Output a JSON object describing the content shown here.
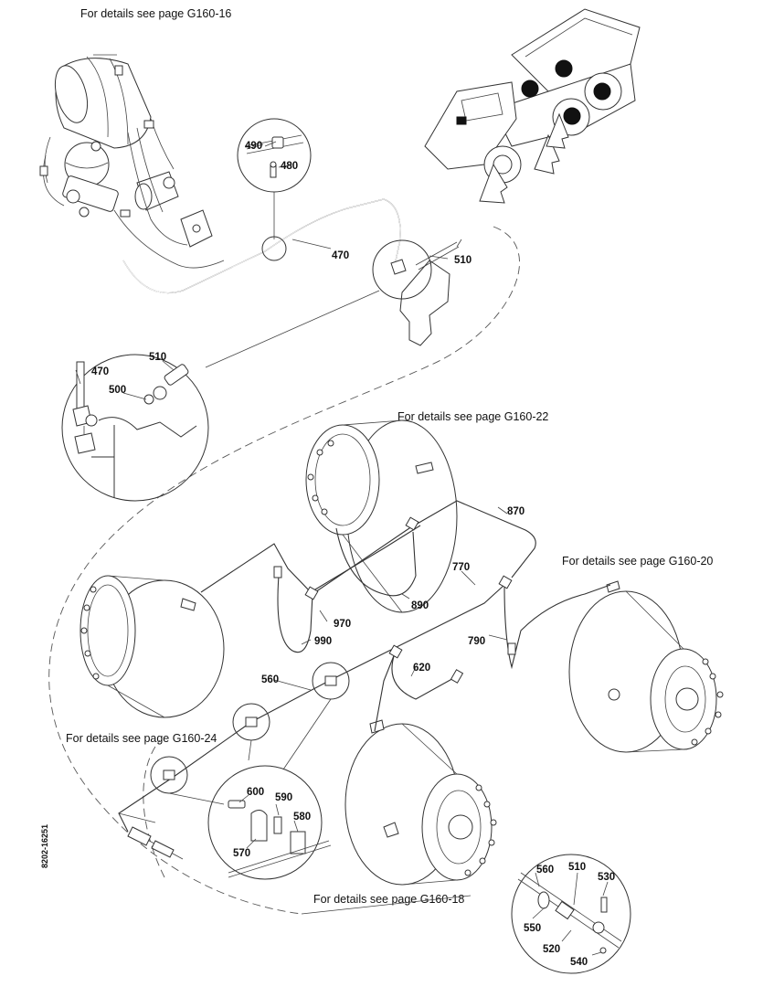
{
  "references": {
    "g160_16": "For details see page G160-16",
    "g160_22": "For details see page G160-22",
    "g160_20": "For details see page G160-20",
    "g160_24": "For details see page G160-24",
    "g160_18": "For details see page G160-18"
  },
  "drawing_id": "8202-16251",
  "parts": {
    "p470_main": "470",
    "p490": "490",
    "p480": "480",
    "p510_main": "510",
    "p470_detail": "470",
    "p510_detail": "510",
    "p500": "500",
    "p870": "870",
    "p770": "770",
    "p890": "890",
    "p970": "970",
    "p990": "990",
    "p790": "790",
    "p560_main": "560",
    "p620": "620",
    "p600": "600",
    "p590": "590",
    "p580": "580",
    "p570": "570",
    "p560_detail": "560",
    "p510_br": "510",
    "p530": "530",
    "p550": "550",
    "p520": "520",
    "p540": "540"
  }
}
